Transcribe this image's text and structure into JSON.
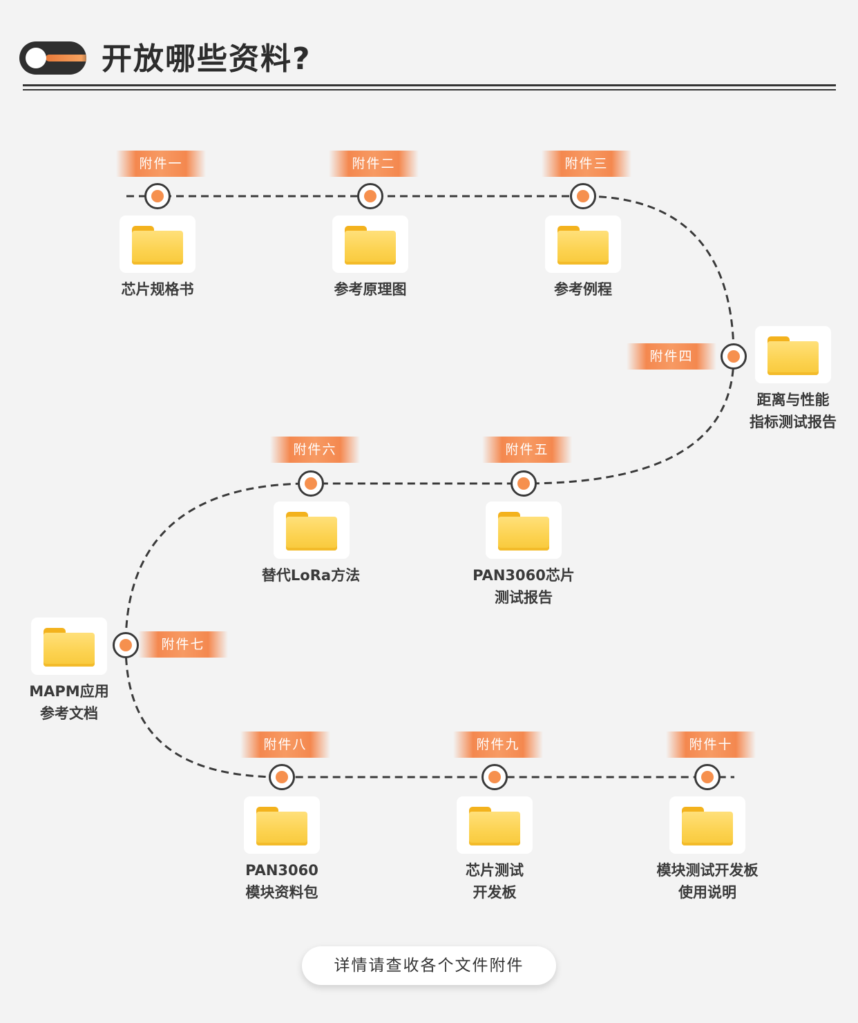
{
  "header": {
    "title": "开放哪些资料?"
  },
  "attachments": [
    {
      "tag": "附件一",
      "lines": [
        "芯片规格书"
      ]
    },
    {
      "tag": "附件二",
      "lines": [
        "参考原理图"
      ]
    },
    {
      "tag": "附件三",
      "lines": [
        "参考例程"
      ]
    },
    {
      "tag": "附件四",
      "lines": [
        "距离与性能",
        "指标测试报告"
      ]
    },
    {
      "tag": "附件五",
      "lines": [
        "PAN3060芯片",
        "测试报告"
      ]
    },
    {
      "tag": "附件六",
      "lines": [
        "替代LoRa方法"
      ]
    },
    {
      "tag": "附件七",
      "lines": [
        "MAPM应用",
        "参考文档"
      ]
    },
    {
      "tag": "附件八",
      "lines": [
        "PAN3060",
        "模块资料包"
      ]
    },
    {
      "tag": "附件九",
      "lines": [
        "芯片测试",
        "开发板"
      ]
    },
    {
      "tag": "附件十",
      "lines": [
        "模块测试开发板",
        "使用说明"
      ]
    }
  ],
  "footer": {
    "text": "详情请查收各个文件附件"
  },
  "colors": {
    "accent": "#f6904e",
    "dark": "#3a3a3a",
    "folder": "#fcd24f",
    "background": "#f3f3f3"
  },
  "icons": {
    "folder": "folder-icon"
  }
}
